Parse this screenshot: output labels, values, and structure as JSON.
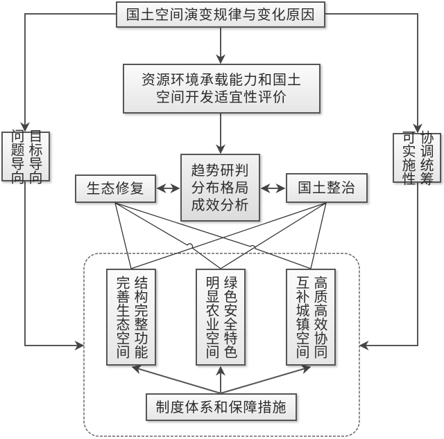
{
  "diagram": {
    "top": "国土空间演变规律与变化原因",
    "evaluation": [
      "资源环境承载能力和国土",
      "空间开发适宜性评价"
    ],
    "center": [
      "趋势研判",
      "分布格局",
      "成效分析"
    ],
    "left_mid": "生态修复",
    "right_mid": "国土整治",
    "left_side": [
      "目标导向",
      "问题导向"
    ],
    "right_side": [
      "协调统筹",
      "可实施性"
    ],
    "spaces": [
      [
        "结构完整功能",
        "完善生态空间"
      ],
      [
        "绿色安全特色",
        "明显农业空间"
      ],
      [
        "高质高效协同",
        "互补城镇空间"
      ]
    ],
    "bottom": "制度体系和保障措施"
  },
  "colors": {
    "line": "#555555",
    "box_border": "#555555",
    "dashed": "#666666"
  }
}
